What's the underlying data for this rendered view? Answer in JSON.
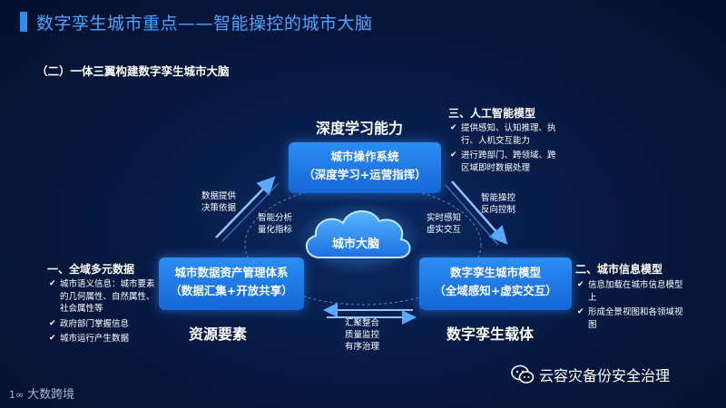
{
  "page_title": "数字孪生城市重点——智能操控的城市大脑",
  "subtitle": "（二）一体三翼构建数字孪生城市大脑",
  "center": {
    "label": "城市大脑"
  },
  "top": {
    "heading": "深度学习能力",
    "box_line1": "城市操作系统",
    "box_line2": "（深度学习+运营指挥）"
  },
  "left": {
    "heading": "资源要素",
    "box_line1": "城市数据资产管理体系",
    "box_line2": "（数据汇集+开放共享）"
  },
  "right": {
    "heading": "数字孪生载体",
    "box_line1": "数字孪生城市模型",
    "box_line2": "（全域感知+虚实交互）"
  },
  "flows": {
    "left_outer": [
      "数据提供",
      "决策依据"
    ],
    "left_inner": [
      "智能分析",
      "量化指标"
    ],
    "right_inner": [
      "实时感知",
      "虚实交互"
    ],
    "right_outer": [
      "智能操控",
      "反向控制"
    ],
    "bottom": [
      "汇聚整合",
      "质量监控",
      "有序治理"
    ]
  },
  "section_ai": {
    "title": "三、人工智能模型",
    "items": [
      "提供感知、认知推理、执行、人机交互能力",
      "进行跨部门、跨领域、跨区域即时数据处理"
    ]
  },
  "section_data": {
    "title": "一、全域多元数据",
    "items": [
      "城市语义信息：城市要素的几何属性、自然属性、社会属性等",
      "政府部门掌握信息",
      "城市运行产生数据"
    ]
  },
  "section_info": {
    "title": "二、城市信息模型",
    "items": [
      "信息加载在城市信息模型上",
      "形成全景视图和各领域视图"
    ]
  },
  "brand_left": "大数跨境",
  "brand_right": "云容灾备份安全治理",
  "colors": {
    "accent": "#2f8cf0",
    "box": "#1a72e0",
    "title": "#4ea3ff"
  }
}
